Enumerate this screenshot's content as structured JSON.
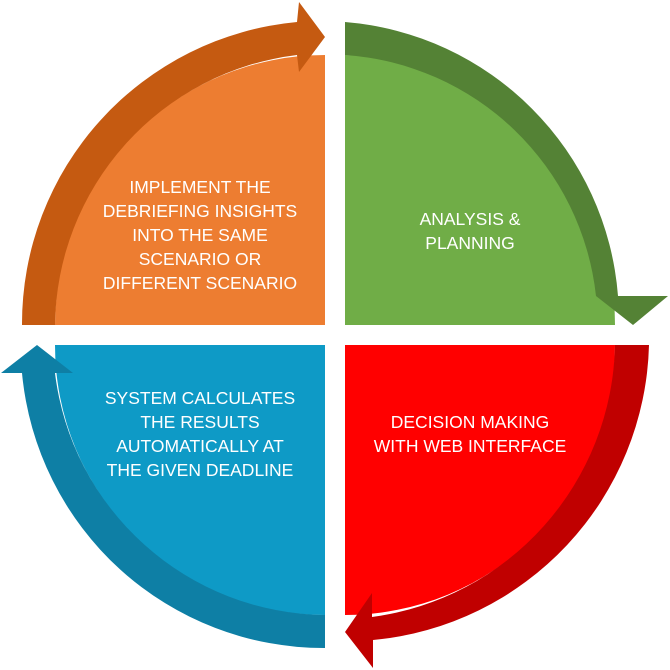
{
  "diagram": {
    "type": "cycle",
    "steps": [
      {
        "id": "tr",
        "label": "ANALYSIS &\nPLANNING",
        "fill": "#70AD47",
        "arrow": "#548235"
      },
      {
        "id": "br",
        "label": "DECISION MAKING\nWITH WEB INTERFACE",
        "fill": "#FF0000",
        "arrow": "#C00000"
      },
      {
        "id": "bl",
        "label": "SYSTEM CALCULATES\nTHE RESULTS\nAUTOMATICALLY AT\nTHE GIVEN DEADLINE",
        "fill": "#0E9AC6",
        "arrow": "#0E7FA5"
      },
      {
        "id": "tl",
        "label": "IMPLEMENT THE\nDEBRIEFING INSIGHTS\nINTO THE SAME\nSCENARIO OR\nDIFFERENT SCENARIO",
        "fill": "#ED7D31",
        "arrow": "#C55A11"
      }
    ]
  }
}
